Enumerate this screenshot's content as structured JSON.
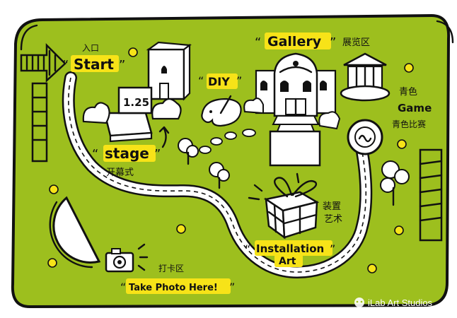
{
  "map": {
    "colors": {
      "grass": "#9dbf1e",
      "highlight": "#f7e318",
      "ink": "#111111",
      "path": "#ffffff"
    },
    "labels": {
      "start_cn": "入口",
      "start_en": "Start",
      "stage_en": "stage",
      "stage_cn": "开幕式",
      "diy_en": "DIY",
      "gallery_en": "Gallery",
      "gallery_cn": "展览区",
      "game_cn_top": "青色",
      "game_en": "Game",
      "game_cn_bottom": "青色比赛",
      "installation_en_1": "Installation",
      "installation_en_2": "Art",
      "installation_cn_1": "装置",
      "installation_cn_2": "艺术",
      "photo_cn": "打卡区",
      "photo_en": "Take Photo Here!",
      "stage_sign": "1.25"
    },
    "icons": [
      "entrance-arrow-icon",
      "camera-icon",
      "smiley-icon",
      "tree-icon",
      "gift-box-icon",
      "pavilion-icon",
      "palette-icon"
    ]
  },
  "watermark": {
    "text": "iLab Art Studios"
  }
}
